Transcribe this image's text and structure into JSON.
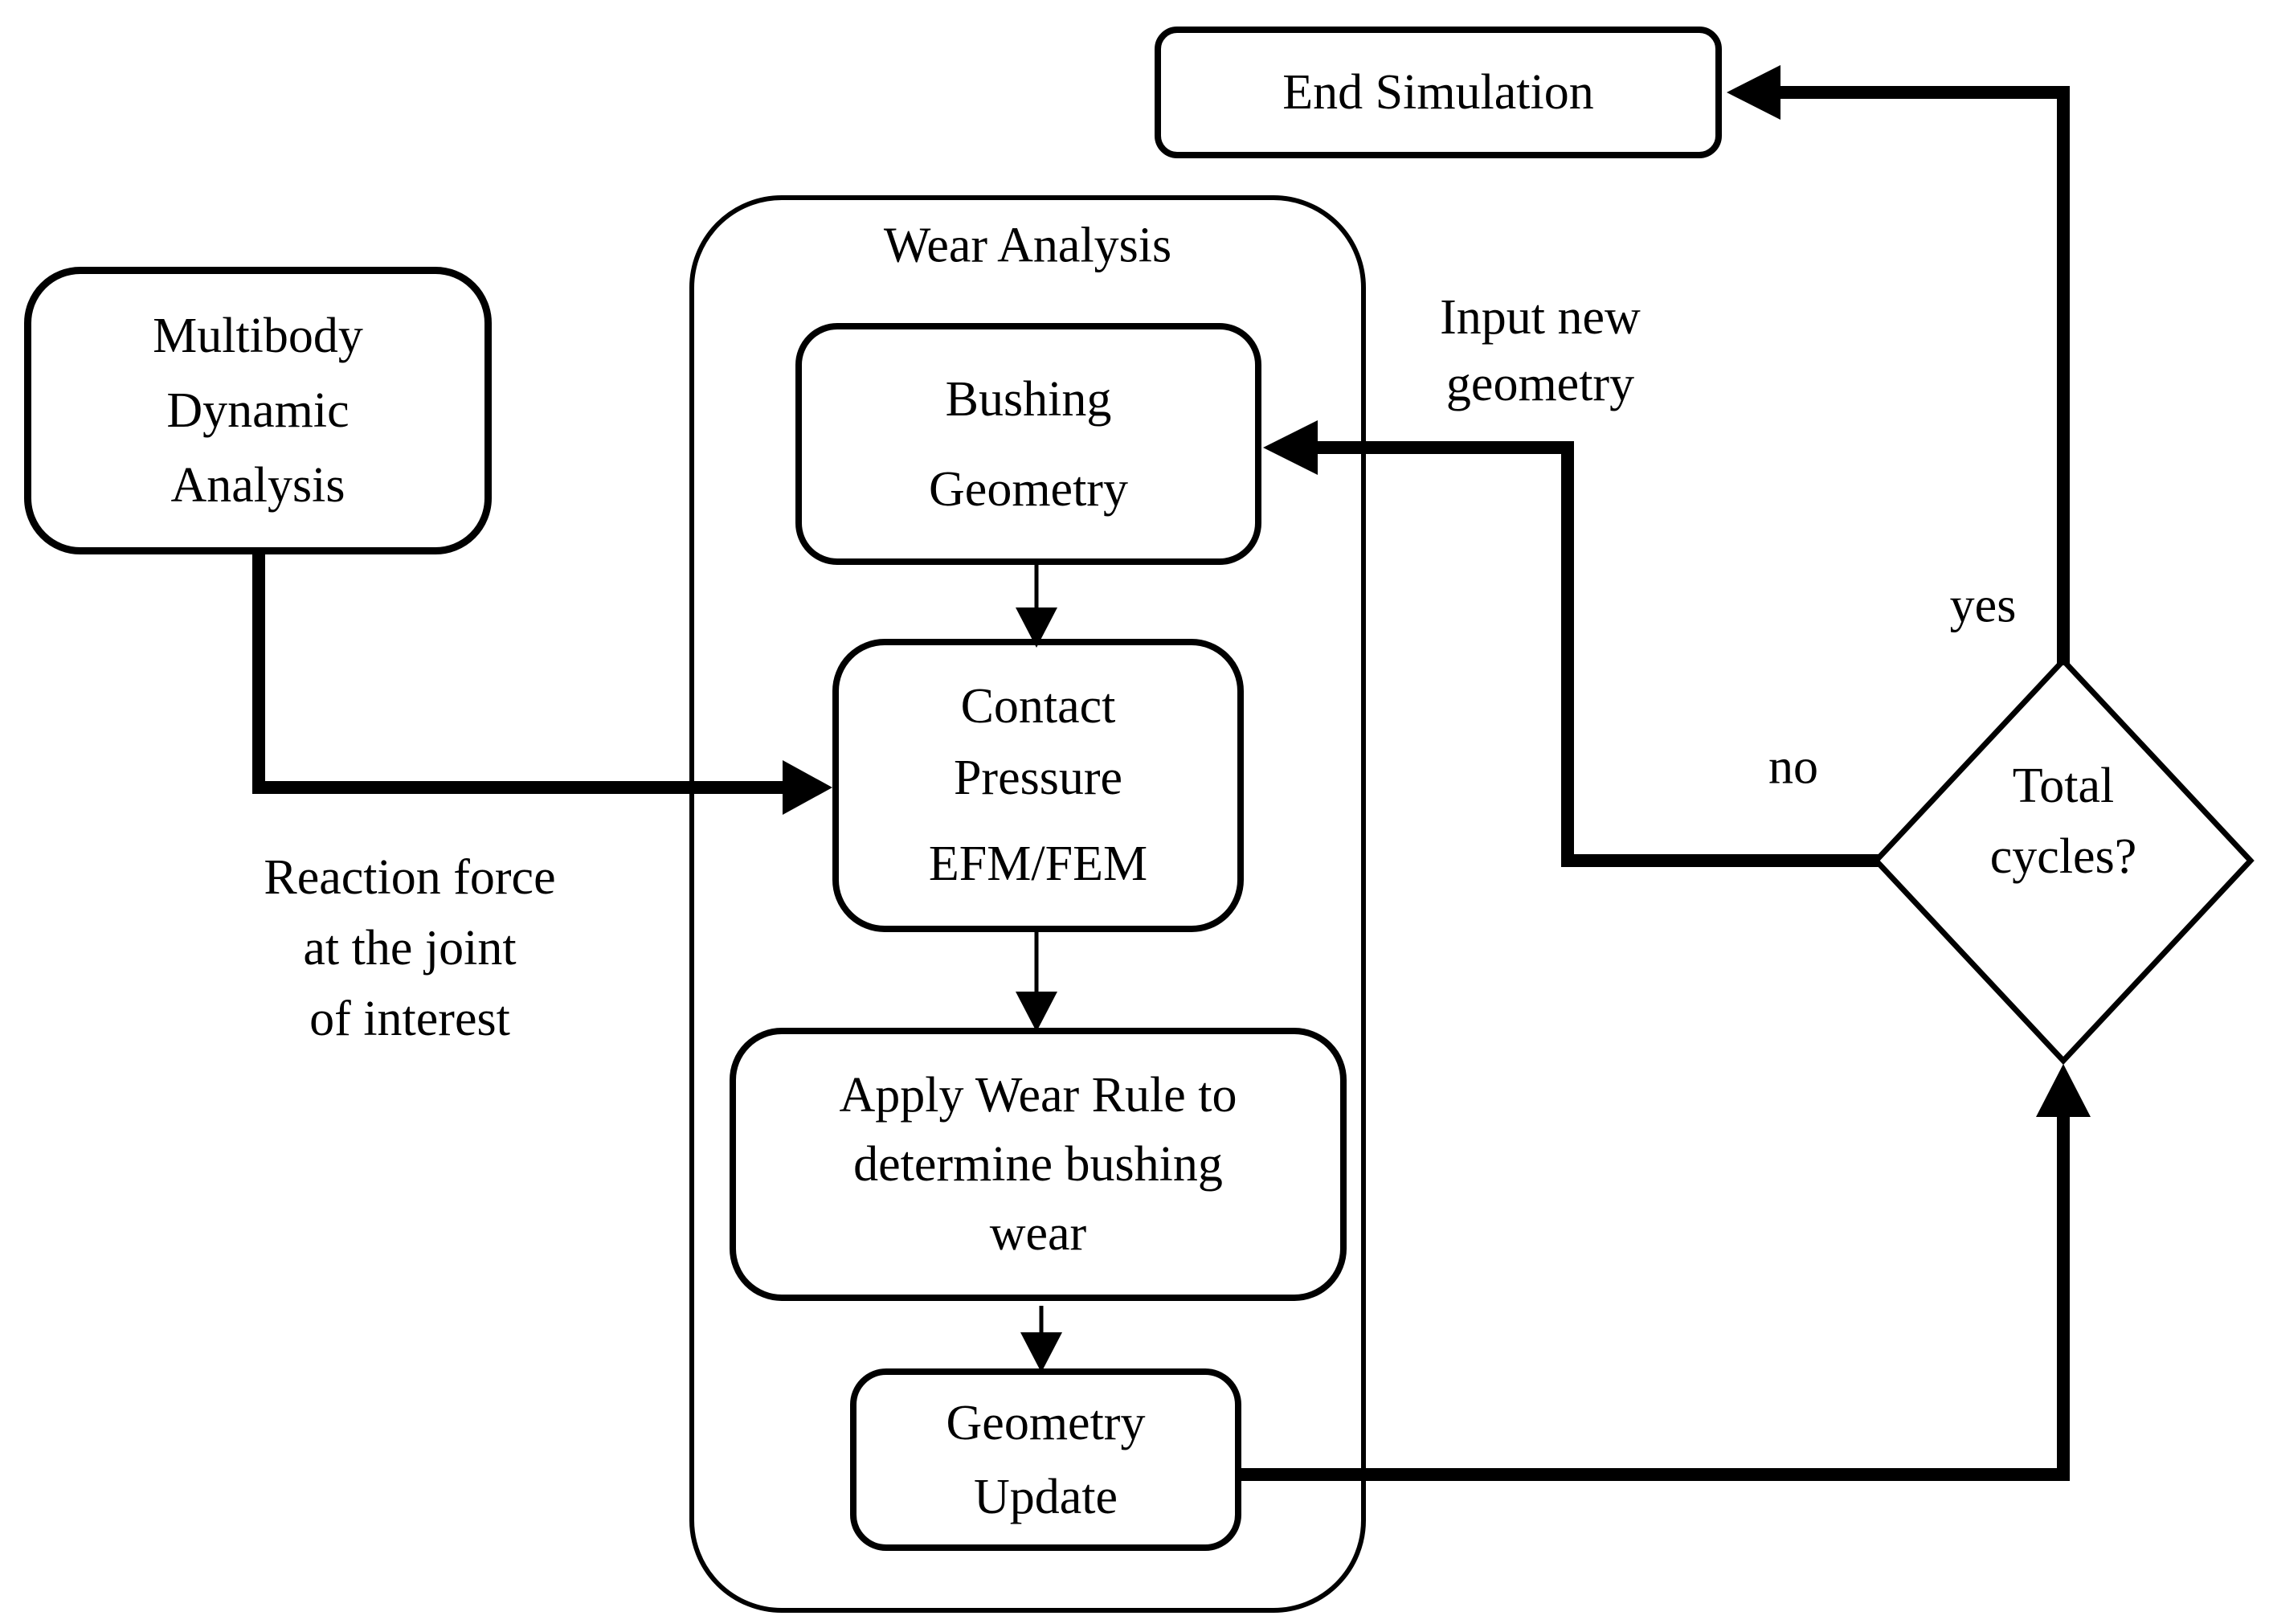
{
  "colors": {
    "background": "#ffffff",
    "line": "#000000",
    "box-fill": "#ffffff"
  },
  "nodes": {
    "end_simulation": "End Simulation",
    "multibody": "Multibody\nDynamic\nAnalysis",
    "wear_analysis_title": "Wear Analysis",
    "bushing_geometry": "Bushing\nGeometry",
    "contact_pressure_main": "Contact\nPressure",
    "contact_pressure_method": "EFM/FEM",
    "apply_wear_rule": "Apply Wear Rule to\ndetermine bushing\nwear",
    "geometry_update": "Geometry\nUpdate",
    "total_cycles": "Total\ncycles?"
  },
  "edge_labels": {
    "input_new_geometry": "Input new\ngeometry",
    "reaction_force": "Reaction force\nat the joint\nof interest",
    "yes": "yes",
    "no": "no"
  }
}
